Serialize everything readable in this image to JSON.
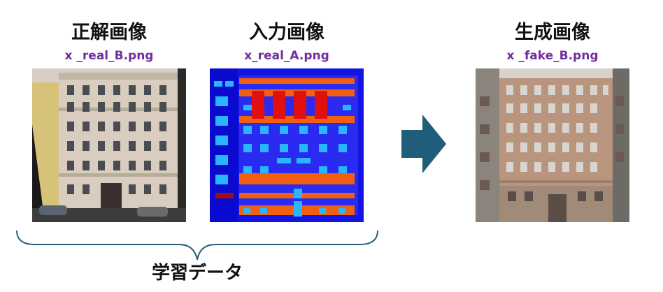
{
  "panels": {
    "ground_truth": {
      "title": "正解画像",
      "filename": "x _real_B.png"
    },
    "input": {
      "title": "入力画像",
      "filename": "x_real_A.png"
    },
    "generated": {
      "title": "生成画像",
      "filename": "x _fake_B.png"
    }
  },
  "brace_label": "学習データ",
  "colors": {
    "filename": "#7030a0",
    "arrow": "#1f5d7a",
    "brace": "#2e5e7e",
    "label_blue": "#1414e0",
    "label_red": "#e01010",
    "label_orange": "#f06010",
    "label_cyan": "#29b6ff"
  },
  "icons": {
    "arrow": "right-arrow-icon",
    "brace": "curly-brace"
  }
}
